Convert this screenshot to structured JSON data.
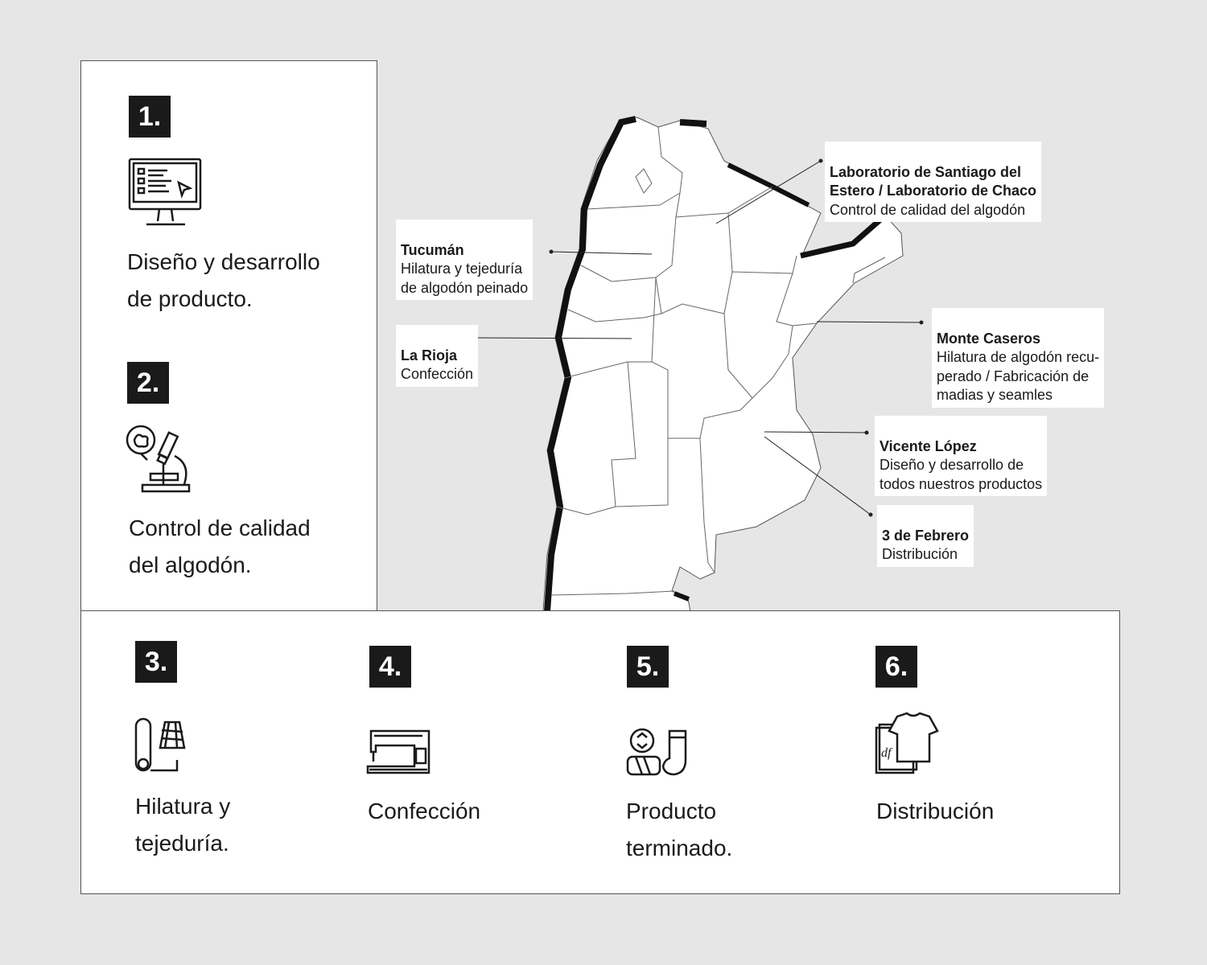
{
  "steps": [
    {
      "number": "1.",
      "text": "Diseño y desarrollo\nde producto.",
      "icon": "computer-design-icon"
    },
    {
      "number": "2.",
      "text": "Control de calidad\ndel algodón.",
      "icon": "microscope-cotton-icon"
    },
    {
      "number": "3.",
      "text": "Hilatura y\ntejeduría.",
      "icon": "fabric-roll-yarn-icon"
    },
    {
      "number": "4.",
      "text": "Confección",
      "icon": "sewing-machine-icon"
    },
    {
      "number": "5.",
      "text": "Producto\nterminado.",
      "icon": "recycled-yarn-sock-icon"
    },
    {
      "number": "6.",
      "text": "Distribución",
      "icon": "tshirt-package-icon"
    }
  ],
  "locations": [
    {
      "title": "Laboratorio de Santiago del\nEstero / Laboratorio de Chaco",
      "desc": "Control de calidad del algodón"
    },
    {
      "title": "Tucumán",
      "desc": "Hilatura y tejeduría\nde algodón peinado"
    },
    {
      "title": "La Rioja",
      "desc": "Confección"
    },
    {
      "title": "Monte Caseros",
      "desc": "Hilatura de algodón recu-\nperado / Fabricación de\nmadias y seamles"
    },
    {
      "title": "Vicente López",
      "desc": "Diseño y desarrollo de\ntodos nuestros productos"
    },
    {
      "title": "3 de Febrero",
      "desc": "Distribución"
    }
  ]
}
